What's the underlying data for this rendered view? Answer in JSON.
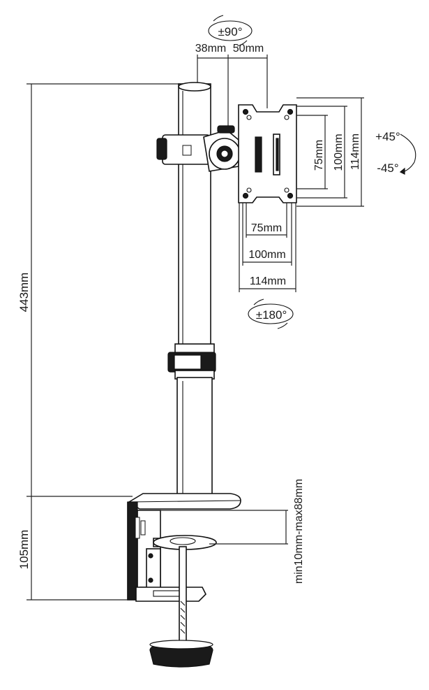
{
  "labels": {
    "tilt": "±90°",
    "offset_a": "38mm",
    "offset_b": "50mm",
    "rot_pos": "+45°",
    "rot_neg": "-45°",
    "swivel": "±180°",
    "height": "443mm",
    "clamp_height": "105mm",
    "vesa_h_75": "75mm",
    "vesa_h_100": "100mm",
    "vesa_h_114": "114mm",
    "vesa_v_75": "75mm",
    "vesa_v_100": "100mm",
    "vesa_v_114": "114mm",
    "desk_thickness": "min10mm-max88mm"
  }
}
